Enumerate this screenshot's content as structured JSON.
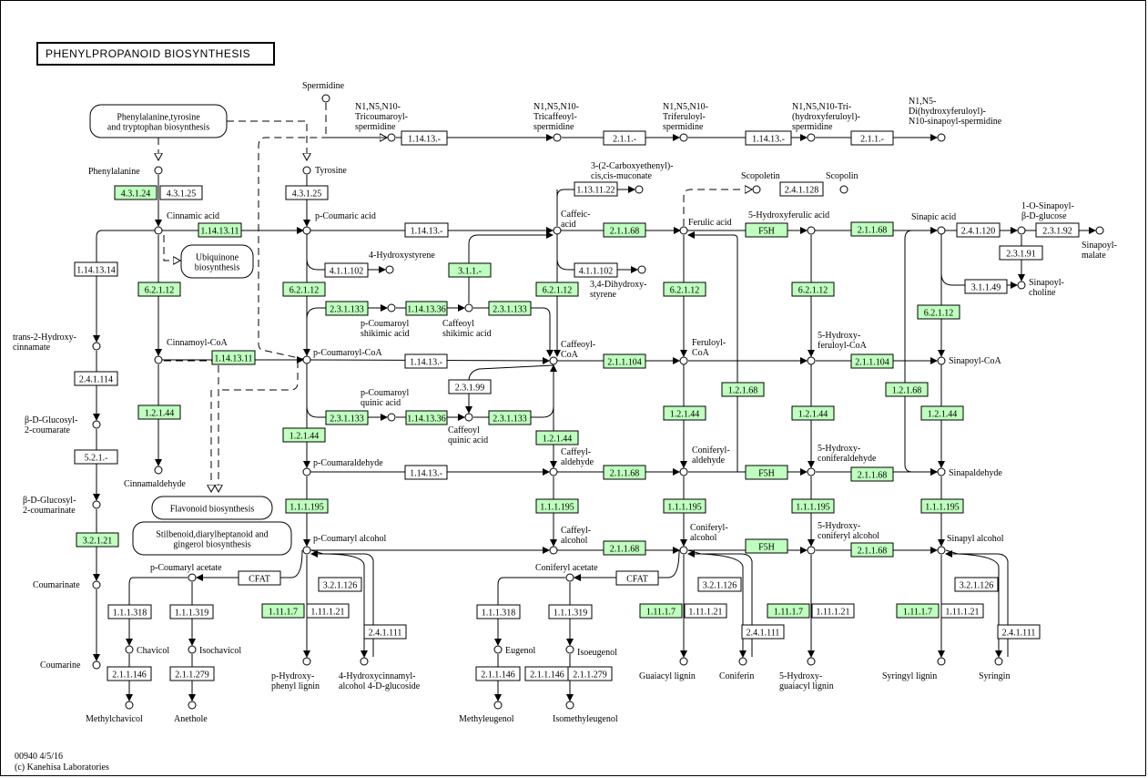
{
  "title": "PHENYLPROPANOID BIOSYNTHESIS",
  "footer": {
    "map_id_date": "00940 4/5/16",
    "copyright": "(c) Kanehisa Laboratories"
  },
  "colors": {
    "enzyme_present": "#bfffbf",
    "enzyme_absent": "#ffffff",
    "line": "#000000"
  },
  "compounds": [
    {
      "id": "phenylalanine",
      "label": "Phenylalanine"
    },
    {
      "id": "tyrosine",
      "label": "Tyrosine"
    },
    {
      "id": "spermidine",
      "label": "Spermidine"
    },
    {
      "id": "tricoumaroyl-spermidine",
      "label": "N1,N5,N10-\nTricoumaroyl-\nspermidine"
    },
    {
      "id": "tricaffeoyl-spermidine",
      "label": "N1,N5,N10-\nTricaffeoyl-\nspermidine"
    },
    {
      "id": "triferuloyl-spermidine",
      "label": "N1,N5,N10-\nTriferuloyl-\nspermidine"
    },
    {
      "id": "tri-hydroxyferuloyl-spermidine",
      "label": "N1,N5,N10-Tri-\n(hydroxyferuloyl)-\nspermidine"
    },
    {
      "id": "di-hydroxyferuloyl-sinapoyl-spermidine",
      "label": "N1,N5-\nDi(hydroxyferuloyl)-\nN10-sinapoyl-spermidine"
    },
    {
      "id": "carboxyethenyl-muconate",
      "label": "3-(2-Carboxyethenyl)-\ncis,cis-muconate"
    },
    {
      "id": "scopoletin",
      "label": "Scopoletin"
    },
    {
      "id": "scopolin",
      "label": "Scopolin"
    },
    {
      "id": "cinnamic-acid",
      "label": "Cinnamic acid"
    },
    {
      "id": "p-coumaric-acid",
      "label": "p-Coumaric acid"
    },
    {
      "id": "caffeic-acid",
      "label": "Caffeic-\nacid"
    },
    {
      "id": "ferulic-acid",
      "label": "Ferulic acid"
    },
    {
      "id": "5-hydroxyferulic-acid",
      "label": "5-Hydroxyferulic acid"
    },
    {
      "id": "sinapic-acid",
      "label": "Sinapic acid"
    },
    {
      "id": "sinapoyl-glucose",
      "label": "1-O-Sinapoyl-\nβ-D-glucose"
    },
    {
      "id": "sinapoyl-malate",
      "label": "Sinapoyl-\nmalate"
    },
    {
      "id": "sinapoyl-choline",
      "label": "Sinapoyl-\ncholine"
    },
    {
      "id": "4-hydroxystyrene",
      "label": "4-Hydroxystyrene"
    },
    {
      "id": "dihydroxystyrene",
      "label": "3,4-Dihydroxy-\nstyrene"
    },
    {
      "id": "trans-2-hydroxycinnamate",
      "label": "trans-2-Hydroxy-\ncinnamate"
    },
    {
      "id": "p-coumaroyl-shikimic",
      "label": "p-Coumaroyl\nshikimic acid"
    },
    {
      "id": "caffeoyl-shikimic",
      "label": "Caffeoyl\nshikimic acid"
    },
    {
      "id": "cinnamoyl-coa",
      "label": "Cinnamoyl-CoA"
    },
    {
      "id": "p-coumaroyl-coa",
      "label": "p-Coumaroyl-CoA"
    },
    {
      "id": "caffeoyl-coa",
      "label": "Caffeoyl-\nCoA"
    },
    {
      "id": "feruloyl-coa",
      "label": "Feruloyl-\nCoA"
    },
    {
      "id": "5-hydroxyferuloyl-coa",
      "label": "5-Hydroxy-\nferuloyl-CoA"
    },
    {
      "id": "sinapoyl-coa",
      "label": "Sinapoyl-CoA"
    },
    {
      "id": "glucosyl-coumarate",
      "label": "β-D-Glucosyl-\n2-coumarate"
    },
    {
      "id": "p-coumaroyl-quinic",
      "label": "p-Coumaroyl\nquinic acid"
    },
    {
      "id": "caffeoyl-quinic",
      "label": "Caffeoyl\nquinic acid"
    },
    {
      "id": "cinnamaldehyde",
      "label": "Cinnamaldehyde"
    },
    {
      "id": "p-coumaraldehyde",
      "label": "p-Coumaraldehyde"
    },
    {
      "id": "caffeyl-aldehyde",
      "label": "Caffeyl-\naldehyde"
    },
    {
      "id": "coniferyl-aldehyde",
      "label": "Coniferyl-\naldehyde"
    },
    {
      "id": "5-hydroxy-coniferaldehyde",
      "label": "5-Hydroxy-\nconiferaldehyde"
    },
    {
      "id": "sinapaldehyde",
      "label": "Sinapaldehyde"
    },
    {
      "id": "glucosyl-coumarinate",
      "label": "β-D-Glucosyl-\n2-coumarinate"
    },
    {
      "id": "p-coumaryl-alcohol",
      "label": "p-Coumaryl alcohol"
    },
    {
      "id": "caffeyl-alcohol",
      "label": "Caffeyl-\nalcohol"
    },
    {
      "id": "coniferyl-alcohol",
      "label": "Coniferyl-\nalcohol"
    },
    {
      "id": "5-hydroxy-coniferyl-alcohol",
      "label": "5-Hydroxy-\nconiferyl alcohol"
    },
    {
      "id": "sinapyl-alcohol",
      "label": "Sinapyl alcohol"
    },
    {
      "id": "coumarinate",
      "label": "Coumarinate"
    },
    {
      "id": "p-coumaryl-acetate",
      "label": "p-Coumaryl acetate"
    },
    {
      "id": "coniferyl-acetate",
      "label": "Coniferyl acetate"
    },
    {
      "id": "chavicol",
      "label": "Chavicol"
    },
    {
      "id": "isochavicol",
      "label": "Isochavicol"
    },
    {
      "id": "eugenol",
      "label": "Eugenol"
    },
    {
      "id": "isoeugenol",
      "label": "Isoeugenol"
    },
    {
      "id": "coumarine",
      "label": "Coumarine"
    },
    {
      "id": "p-hydroxyphenyl-lignin",
      "label": "p-Hydroxy-\nphenyl lignin"
    },
    {
      "id": "hydroxycinnamyl-glucoside",
      "label": "4-Hydroxycinnamyl-\nalcohol 4-D-glucoside"
    },
    {
      "id": "guaiacyl-lignin",
      "label": "Guaiacyl lignin"
    },
    {
      "id": "coniferin",
      "label": "Coniferin"
    },
    {
      "id": "5-hydroxy-guaiacyl-lignin",
      "label": "5-Hydroxy-\nguaiacyl lignin"
    },
    {
      "id": "syringyl-lignin",
      "label": "Syringyl lignin"
    },
    {
      "id": "syringin",
      "label": "Syringin"
    },
    {
      "id": "methylchavicol",
      "label": "Methylchavicol"
    },
    {
      "id": "anethole",
      "label": "Anethole"
    },
    {
      "id": "methyleugenol",
      "label": "Methyleugenol"
    },
    {
      "id": "isomethyleugenol",
      "label": "Isomethyleugenol"
    }
  ],
  "maps": [
    {
      "id": "aa-biosynthesis",
      "label": "Phenylalanine,tyrosine\nand tryptophan biosynthesis"
    },
    {
      "id": "ubiquinone",
      "label": "Ubiquinone\nbiosynthesis"
    },
    {
      "id": "flavonoid",
      "label": "Flavonoid biosynthesis"
    },
    {
      "id": "stilbenoid",
      "label": "Stilbenoid,diarylheptanoid and\ngingerol biosynthesis"
    }
  ],
  "enzymes": [
    {
      "id": "e1",
      "label": "4.3.1.24",
      "present": true
    },
    {
      "id": "e2",
      "label": "4.3.1.25",
      "present": false
    },
    {
      "id": "e3",
      "label": "4.3.1.25",
      "present": false
    },
    {
      "id": "e4",
      "label": "1.14.13.-",
      "present": false
    },
    {
      "id": "e5",
      "label": "2.1.1.-",
      "present": false
    },
    {
      "id": "e6",
      "label": "1.14.13.-",
      "present": false
    },
    {
      "id": "e7",
      "label": "2.1.1.-",
      "present": false
    },
    {
      "id": "e8",
      "label": "1.13.11.22",
      "present": false
    },
    {
      "id": "e9",
      "label": "2.4.1.128",
      "present": false
    },
    {
      "id": "e10",
      "label": "1.14.13.11",
      "present": true
    },
    {
      "id": "e11",
      "label": "1.14.13.-",
      "present": false
    },
    {
      "id": "e12",
      "label": "2.1.1.68",
      "present": true
    },
    {
      "id": "e13",
      "label": "F5H",
      "present": true
    },
    {
      "id": "e14",
      "label": "2.1.1.68",
      "present": true
    },
    {
      "id": "e15",
      "label": "2.4.1.120",
      "present": false
    },
    {
      "id": "e16",
      "label": "2.3.1.92",
      "present": false
    },
    {
      "id": "e17",
      "label": "2.3.1.91",
      "present": false
    },
    {
      "id": "e18",
      "label": "1.14.13.14",
      "present": false
    },
    {
      "id": "e19",
      "label": "4.1.1.102",
      "present": false
    },
    {
      "id": "e20",
      "label": "3.1.1.-",
      "present": true
    },
    {
      "id": "e21",
      "label": "4.1.1.102",
      "present": false
    },
    {
      "id": "e22",
      "label": "6.2.1.12",
      "present": true
    },
    {
      "id": "e23",
      "label": "6.2.1.12",
      "present": true
    },
    {
      "id": "e24",
      "label": "6.2.1.12",
      "present": true
    },
    {
      "id": "e25",
      "label": "6.2.1.12",
      "present": true
    },
    {
      "id": "e26",
      "label": "6.2.1.12",
      "present": true
    },
    {
      "id": "e27",
      "label": "3.1.1.49",
      "present": false
    },
    {
      "id": "e28",
      "label": "6.2.1.12",
      "present": true
    },
    {
      "id": "e29",
      "label": "2.3.1.133",
      "present": true
    },
    {
      "id": "e30",
      "label": "1.14.13.36",
      "present": true
    },
    {
      "id": "e31",
      "label": "2.3.1.133",
      "present": true
    },
    {
      "id": "e32",
      "label": "1.14.13.11",
      "present": true
    },
    {
      "id": "e33",
      "label": "1.14.13.-",
      "present": false
    },
    {
      "id": "e34",
      "label": "2.1.1.104",
      "present": true
    },
    {
      "id": "e35",
      "label": "2.1.1.104",
      "present": true
    },
    {
      "id": "e36",
      "label": "2.4.1.114",
      "present": false
    },
    {
      "id": "e37",
      "label": "2.3.1.99",
      "present": false
    },
    {
      "id": "e38",
      "label": "1.2.1.68",
      "present": true
    },
    {
      "id": "e39",
      "label": "1.2.1.68",
      "present": true
    },
    {
      "id": "e40",
      "label": "1.2.1.44",
      "present": true
    },
    {
      "id": "e41",
      "label": "2.3.1.133",
      "present": true
    },
    {
      "id": "e42",
      "label": "1.14.13.36",
      "present": true
    },
    {
      "id": "e43",
      "label": "2.3.1.133",
      "present": true
    },
    {
      "id": "e44",
      "label": "1.2.1.44",
      "present": true
    },
    {
      "id": "e45",
      "label": "1.2.1.44",
      "present": true
    },
    {
      "id": "e46",
      "label": "1.2.1.44",
      "present": true
    },
    {
      "id": "e47",
      "label": "1.2.1.44",
      "present": true
    },
    {
      "id": "e48",
      "label": "5.2.1.-",
      "present": false
    },
    {
      "id": "e49",
      "label": "1.2.1.44",
      "present": true
    },
    {
      "id": "e50",
      "label": "1.14.13.-",
      "present": false
    },
    {
      "id": "e51",
      "label": "2.1.1.68",
      "present": true
    },
    {
      "id": "e52",
      "label": "F5H",
      "present": true
    },
    {
      "id": "e53",
      "label": "2.1.1.68",
      "present": true
    },
    {
      "id": "e54",
      "label": "1.1.1.195",
      "present": true
    },
    {
      "id": "e55",
      "label": "1.1.1.195",
      "present": true
    },
    {
      "id": "e56",
      "label": "1.1.1.195",
      "present": true
    },
    {
      "id": "e57",
      "label": "1.1.1.195",
      "present": true
    },
    {
      "id": "e58",
      "label": "1.1.1.195",
      "present": true
    },
    {
      "id": "e59",
      "label": "3.2.1.21",
      "present": true
    },
    {
      "id": "e60",
      "label": "2.1.1.68",
      "present": true
    },
    {
      "id": "e61",
      "label": "F5H",
      "present": true
    },
    {
      "id": "e62",
      "label": "2.1.1.68",
      "present": true
    },
    {
      "id": "e63",
      "label": "CFAT",
      "present": false
    },
    {
      "id": "e64",
      "label": "CFAT",
      "present": false
    },
    {
      "id": "e65",
      "label": "3.2.1.126",
      "present": false
    },
    {
      "id": "e66",
      "label": "3.2.1.126",
      "present": false
    },
    {
      "id": "e67",
      "label": "3.2.1.126",
      "present": false
    },
    {
      "id": "e68",
      "label": "1.1.1.318",
      "present": false
    },
    {
      "id": "e69",
      "label": "1.1.1.319",
      "present": false
    },
    {
      "id": "e70",
      "label": "1.1.1.318",
      "present": false
    },
    {
      "id": "e71",
      "label": "1.1.1.319",
      "present": false
    },
    {
      "id": "e72",
      "label": "1.11.1.7",
      "present": true
    },
    {
      "id": "e73",
      "label": "1.11.1.21",
      "present": false
    },
    {
      "id": "e74",
      "label": "2.4.1.111",
      "present": false
    },
    {
      "id": "e75",
      "label": "1.11.1.7",
      "present": true
    },
    {
      "id": "e76",
      "label": "1.11.1.21",
      "present": false
    },
    {
      "id": "e77",
      "label": "2.4.1.111",
      "present": false
    },
    {
      "id": "e78",
      "label": "1.11.1.7",
      "present": true
    },
    {
      "id": "e79",
      "label": "1.11.1.21",
      "present": false
    },
    {
      "id": "e80",
      "label": "1.11.1.7",
      "present": true
    },
    {
      "id": "e81",
      "label": "1.11.1.21",
      "present": false
    },
    {
      "id": "e82",
      "label": "2.4.1.111",
      "present": false
    },
    {
      "id": "e83",
      "label": "2.1.1.146",
      "present": false
    },
    {
      "id": "e84",
      "label": "2.1.1.279",
      "present": false
    },
    {
      "id": "e85",
      "label": "2.1.1.146",
      "present": false
    },
    {
      "id": "e86",
      "label": "2.1.1.146",
      "present": false
    },
    {
      "id": "e87",
      "label": "2.1.1.279",
      "present": false
    }
  ]
}
